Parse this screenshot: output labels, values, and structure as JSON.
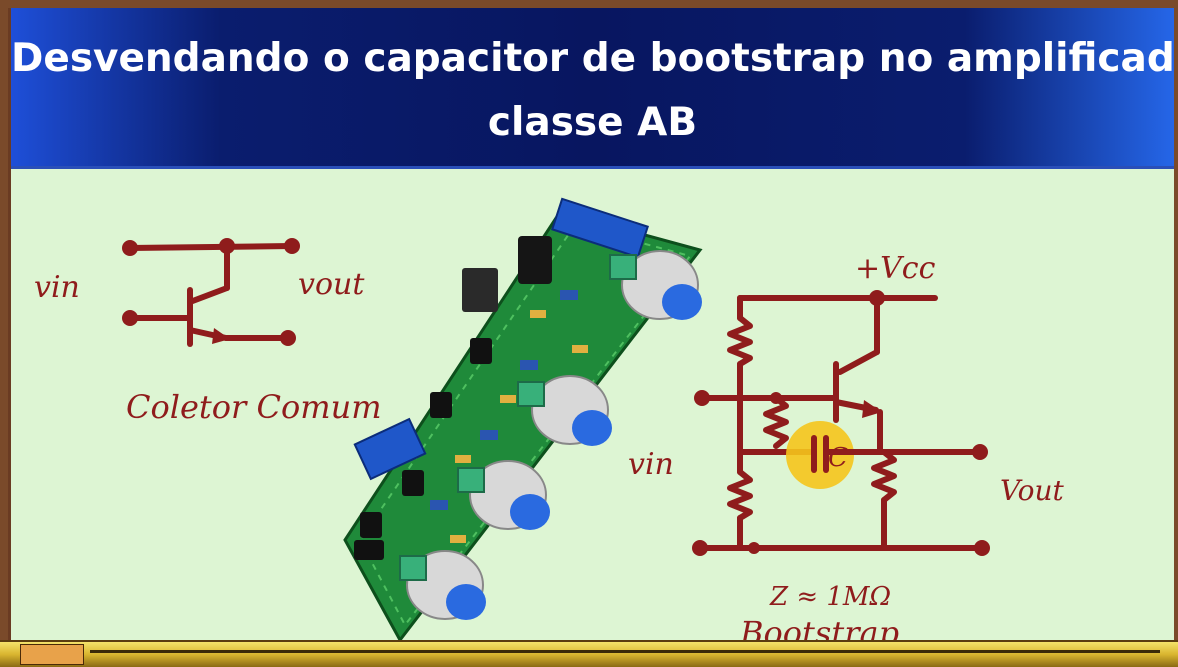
{
  "title": {
    "line1": "Desvendando o capacitor de bootstrap no amplificador",
    "line2": "classe AB"
  },
  "left_circuit": {
    "input_label": "vin",
    "output_label": "vout",
    "caption": "Coletor Comum"
  },
  "right_circuit": {
    "supply_label": "+Vcc",
    "input_label": "vin",
    "output_label": "Vout",
    "capacitor_label": "C",
    "impedance_label": "Z ≈ 1MΩ",
    "caption": "Bootstrap"
  },
  "colors": {
    "background": "#ddf5d3",
    "title_bar": "#081660",
    "ink": "#8f1c1c",
    "highlight": "#f5c51c",
    "pcb": "#1f8a3a"
  },
  "icons": [
    "npn-transistor-icon",
    "resistor-icon",
    "capacitor-icon",
    "pcb-board-image",
    "knob-icon"
  ]
}
